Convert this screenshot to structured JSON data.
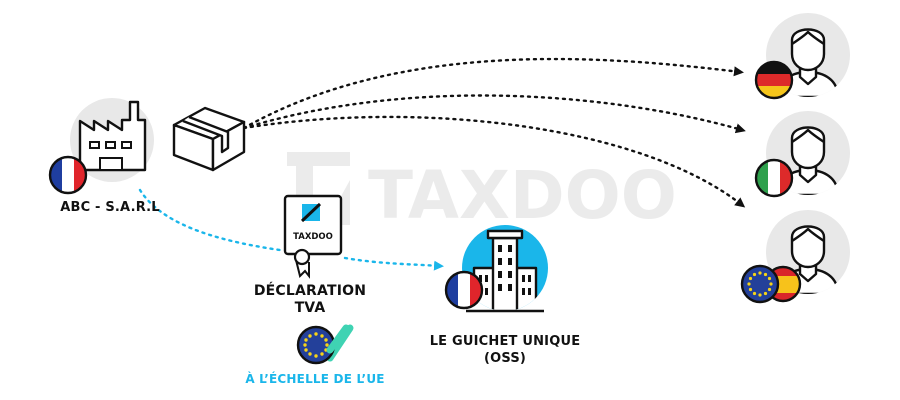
{
  "watermark": {
    "text": "TAXDOO"
  },
  "company": {
    "name": "ABC - S.A.R.L"
  },
  "certificate": {
    "brand": "TAXDOO"
  },
  "declaration": {
    "line1": "DÉCLARATION",
    "line2": "TVA"
  },
  "eu_scope": {
    "label": "À L’ÉCHELLE DE L’UE"
  },
  "oss": {
    "line1": "LE GUICHET UNIQUE",
    "line2": "(OSS)"
  },
  "colors": {
    "accent_blue": "#1ab6ea",
    "circle_gray": "#e8e8e8",
    "outline": "#111111",
    "check_green": "#3fd3b3",
    "eu_blue": "#23409a",
    "eu_star": "#f7d418"
  },
  "customers": [
    {
      "name": "customer-germany",
      "flag": "de"
    },
    {
      "name": "customer-italy",
      "flag": "it"
    },
    {
      "name": "customer-eu-spain",
      "flag": "eu-es"
    }
  ]
}
